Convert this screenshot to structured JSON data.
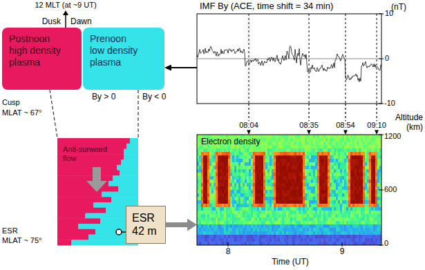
{
  "diagram": {
    "nodes": [
      {
        "text": [
          "Postnoon high density plasma"
        ]
      },
      {
        "text": [
          "Prenoon low density plasma"
        ]
      },
      {
        "text": [
          "IMF By (ACE, time shift = 34 min)"
        ]
      },
      {
        "text": [
          "Anti-sunward flow"
        ]
      },
      {
        "text": [
          "ESR 42 m"
        ]
      },
      {
        "text": [
          "Electron density"
        ]
      }
    ],
    "edges": [
      {
        "from": 2,
        "to": 1,
        "arrow": "to"
      },
      {
        "from": 0,
        "to": 3,
        "arrow": "none"
      },
      {
        "from": 1,
        "to": 3,
        "arrow": "none"
      },
      {
        "from": 4,
        "to": 5,
        "arrow": "to"
      },
      {
        "from": 2,
        "to": 5,
        "arrow": "to",
        "label": "08:04"
      },
      {
        "from": 2,
        "to": 5,
        "arrow": "to",
        "label": "08:35"
      },
      {
        "from": 2,
        "to": 5,
        "arrow": "to",
        "label": "08:54"
      },
      {
        "from": 2,
        "to": 5,
        "arrow": "to",
        "label": "09:10"
      }
    ],
    "labels": [
      "12 MLT (at ~9 UT)",
      "Dusk",
      "Dawn",
      "(nT)",
      "10",
      "0",
      "-10",
      "By > 0",
      "By < 0",
      "Cusp",
      "MLAT ~ 67°",
      "Altitude (km)",
      "1200",
      "600",
      "ESR",
      "MLAT ~ 75°",
      "0",
      "8",
      "9",
      "Time (UT)"
    ]
  }
}
